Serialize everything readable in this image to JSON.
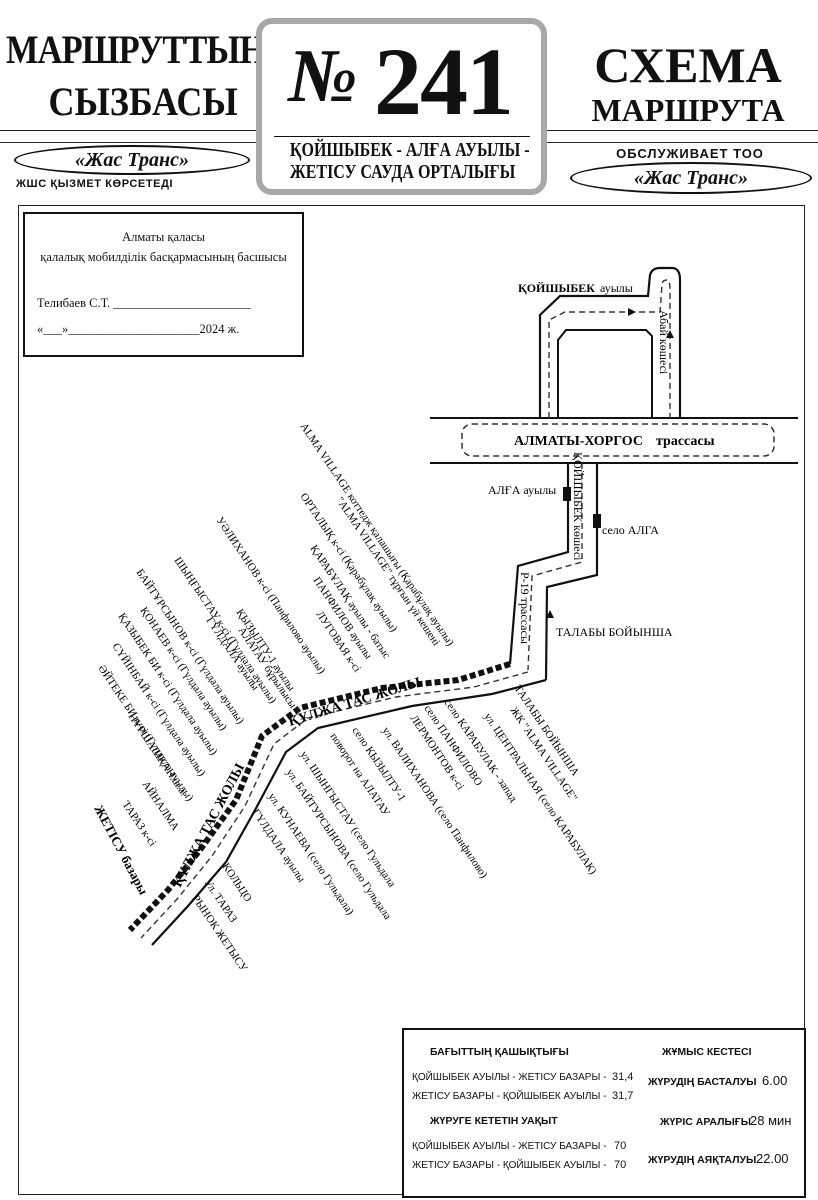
{
  "header": {
    "left_line1": "МАРШРУТТЫҢ",
    "left_line2": "СЫЗБАСЫ",
    "left_operator": "«Жас Транс»",
    "left_caption": "ЖШС ҚЫЗМЕТ КӨРСЕТЕДІ",
    "route_prefix": "№",
    "route_number": "241",
    "route_name_line1": "ҚОЙШЫБЕК - АЛҒА АУЫЛЫ -",
    "route_name_line2": "ЖЕТІСУ САУДА ОРТАЛЫҒЫ",
    "right_line1": "СХЕМА",
    "right_line2": "МАРШРУТА",
    "right_caption": "ОБСЛУЖИВАЕТ ТОО",
    "right_operator": "«Жас Транс»"
  },
  "approval": {
    "line1": "Алматы қаласы",
    "line2": "қалалық мобилділік басқармасының басшысы",
    "signer": "Телибаев С.Т. ______________________",
    "date": "«___»_____________________2024 ж."
  },
  "map_labels": {
    "koishybek": "ҚОЙШЫБЕК",
    "koishybek_suffix": "ауылы",
    "abai": "Абай көшесі",
    "highway": "АЛМАТЫ-ХОРГОС",
    "highway_suffix": "трассасы",
    "alga_aul": "АЛҒА ауылы",
    "koishybek_street": "ҚОЙШЫБЕК көшесі",
    "selo_alga": "село АЛГА",
    "p19": "Р-19 трассасы",
    "talaby": "ТАЛАБЫ БОЙЫНША",
    "kulzha_upper": "ҚҰЛЖА ТАС ЖОЛЫ",
    "kulzha_lower": "ҚҰЛЖА ТАС ЖОЛЫ",
    "zhetysu": "ЖЕТІСУ базары",
    "kaz_stops": [
      "ALMA VILLAGE коттедж қалашығы (Қарабұлақ ауылы)",
      "\"ALMA VILLAGE\" тұрғын үй кешені",
      "ОРТАЛЫҚ к-сі (Қарабұлақ ауылы)",
      "ҚАРАБҰЛАҚ ауылы - батыс",
      "ПАНФИЛОВ ауылы",
      "ЛУГОВАЯ к-сі",
      "УӘЛИХАНОВ к-сі (Панфилово ауылы)",
      "ҚЫЗЫЛТУ-1 ауылы",
      "АЛАТАУ бұрылысы",
      "ШЫҢҒЫСТАУ к-сі (Гүлдала ауылы)",
      "ГҮЛДАЛА ауылы",
      "БАЙТҰРСЫНОВ к-сі (Гүлдала ауылы)",
      "ҚОНАЕВ к-сі (Гүлдала ауылы)",
      "ҚАЗЫБЕК БИ к-сі (Гүлдала ауылы)",
      "СҮЙІНБАЙ к-сі (Гүлдала ауылы)",
      "ӘЙТЕКЕ БИ к-сі (Гүлдала ауылы)",
      "НҰРШАШҚАН ш.а.",
      "АЙНАЛМА",
      "ТАРАЗ к-сі"
    ],
    "rus_stops": [
      "ТАЛАБЫ БОЙЫНША",
      "ЖК \"ALMA VILLAGE\"",
      "ул. ЦЕНТРАЛЬНАЯ (село КАРАБУЛАК)",
      "село КАРАБУЛАК - запад",
      "село ПАНФИЛОВО",
      "ЛЕРМОНТОВ к-сі",
      "ул. ВАЛИХАНОВА (село Панфилово)",
      "село КЫЗЫЛТУ-1",
      "поворот на АЛАТАУ",
      "ул. ШЫНГЫСТАУ (село Гульдала",
      "ул. БАЙТУРСЫНОВА (село Гульдала",
      "ул. КУНАЕВА (село Гульдала)",
      "ГҮЛДАЛА ауылы",
      "КОЛЬЦО",
      "Ул. ТАРАЗ",
      "РЫНОК ЖЕТЫСУ"
    ]
  },
  "info": {
    "distance_title": "БАҒЫТТЫҢ ҚАШЫҚТЫҒЫ",
    "distance_rows": [
      {
        "label": "ҚОЙШЫБЕК АУЫЛЫ - ЖЕТІСУ БАЗАРЫ -",
        "value": "31,4"
      },
      {
        "label": "ЖЕТІСУ БАЗАРЫ - ҚОЙШЫБЕК АУЫЛЫ -",
        "value": "31,7"
      }
    ],
    "time_title": "ЖҮРУГЕ КЕТЕТІН УАҚЫТ",
    "time_rows": [
      {
        "label": "ҚОЙШЫБЕК АУЫЛЫ - ЖЕТІСУ БАЗАРЫ -",
        "value": "70"
      },
      {
        "label": "ЖЕТІСУ БАЗАРЫ - ҚОЙШЫБЕК АУЫЛЫ -",
        "value": "70"
      }
    ],
    "schedule_title": "ЖҰМЫС КЕСТЕСІ",
    "start_label": "ЖҮРУДІҢ БАСТАЛУЫ",
    "start_value": "6.00",
    "interval_label": "ЖҮРІС АРАЛЫҒЫ",
    "interval_value": "28 мин",
    "end_label": "ЖҮРУДІҢ АЯҚТАЛУЫ",
    "end_value": "22.00"
  }
}
